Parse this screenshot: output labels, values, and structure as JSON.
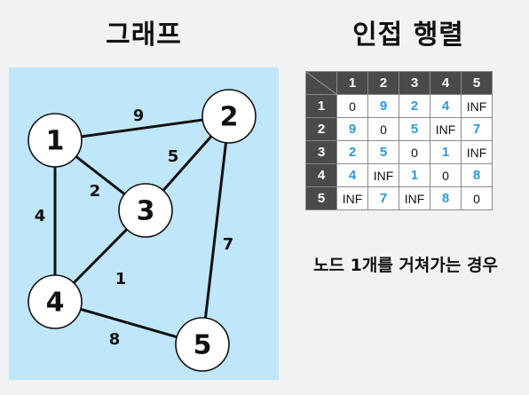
{
  "graph_title": "그래프",
  "matrix_title": "인접 행렬",
  "caption": "노드 1개를 거쳐가는 경우",
  "colors": {
    "panel_bg": "#bfe6f9",
    "header_bg": "#4a4a4a",
    "blue_value": "#2a9ad6"
  },
  "graph": {
    "nodes": [
      {
        "id": "1",
        "label": "1"
      },
      {
        "id": "2",
        "label": "2"
      },
      {
        "id": "3",
        "label": "3"
      },
      {
        "id": "4",
        "label": "4"
      },
      {
        "id": "5",
        "label": "5"
      }
    ],
    "edges": [
      {
        "from": "1",
        "to": "2",
        "weight": "9"
      },
      {
        "from": "1",
        "to": "3",
        "weight": "2"
      },
      {
        "from": "2",
        "to": "3",
        "weight": "5"
      },
      {
        "from": "1",
        "to": "4",
        "weight": "4"
      },
      {
        "from": "3",
        "to": "4",
        "weight": "1"
      },
      {
        "from": "2",
        "to": "5",
        "weight": "7"
      },
      {
        "from": "4",
        "to": "5",
        "weight": "8"
      }
    ]
  },
  "matrix": {
    "headers": [
      "1",
      "2",
      "3",
      "4",
      "5"
    ],
    "rows": [
      {
        "label": "1",
        "cells": [
          {
            "v": "0",
            "hl": false
          },
          {
            "v": "9",
            "hl": true
          },
          {
            "v": "2",
            "hl": true
          },
          {
            "v": "4",
            "hl": true
          },
          {
            "v": "INF",
            "hl": false
          }
        ]
      },
      {
        "label": "2",
        "cells": [
          {
            "v": "9",
            "hl": true
          },
          {
            "v": "0",
            "hl": false
          },
          {
            "v": "5",
            "hl": true
          },
          {
            "v": "INF",
            "hl": false
          },
          {
            "v": "7",
            "hl": true
          }
        ]
      },
      {
        "label": "3",
        "cells": [
          {
            "v": "2",
            "hl": true
          },
          {
            "v": "5",
            "hl": true
          },
          {
            "v": "0",
            "hl": false
          },
          {
            "v": "1",
            "hl": true
          },
          {
            "v": "INF",
            "hl": false
          }
        ]
      },
      {
        "label": "4",
        "cells": [
          {
            "v": "4",
            "hl": true
          },
          {
            "v": "INF",
            "hl": false
          },
          {
            "v": "1",
            "hl": true
          },
          {
            "v": "0",
            "hl": false
          },
          {
            "v": "8",
            "hl": true
          }
        ]
      },
      {
        "label": "5",
        "cells": [
          {
            "v": "INF",
            "hl": false
          },
          {
            "v": "7",
            "hl": true
          },
          {
            "v": "INF",
            "hl": false
          },
          {
            "v": "8",
            "hl": true
          },
          {
            "v": "0",
            "hl": false
          }
        ]
      }
    ]
  }
}
